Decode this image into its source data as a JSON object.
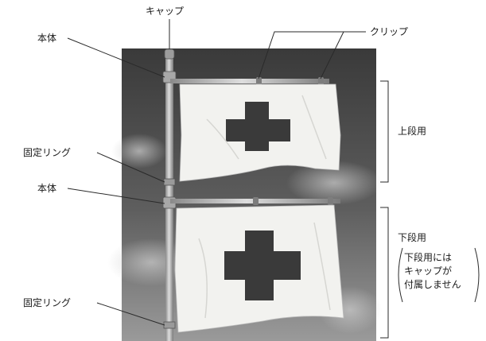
{
  "labels": {
    "cap": "キャップ",
    "clip": "クリップ",
    "body_top": "本体",
    "fixing_ring_top": "固定リング",
    "body_mid": "本体",
    "fixing_ring_bottom": "固定リング",
    "upper_section": "上段用",
    "lower_section": "下段用"
  },
  "note": {
    "lines": [
      "下段用には",
      "キャップが",
      "付属しません"
    ]
  },
  "colors": {
    "sky_top": "#3d3d3d",
    "sky_bottom": "#8c8c8c",
    "flag": "#f2f2ef",
    "cross": "#3a3a3a",
    "pole": "#b8b8b8",
    "leader": "#2a2a2a"
  }
}
